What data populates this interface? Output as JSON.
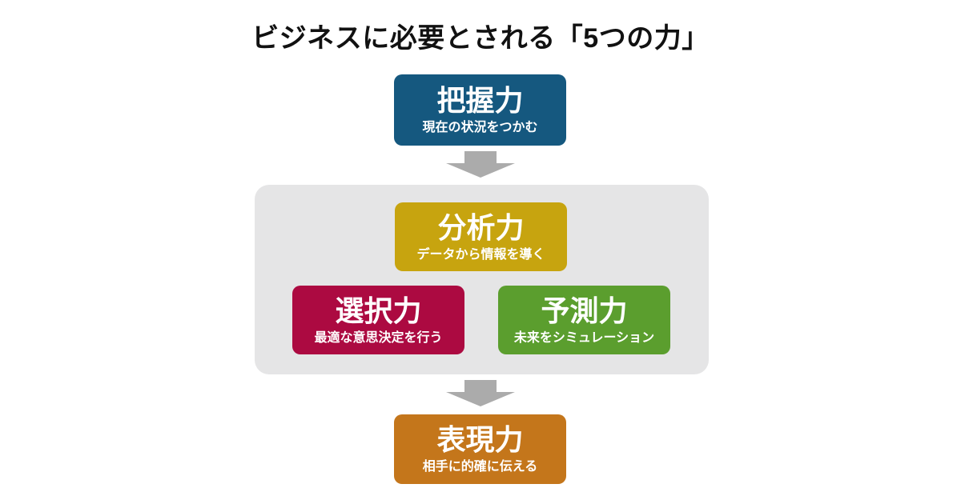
{
  "page": {
    "title": "ビジネスに必要とされる「5つの力」",
    "background": "#ffffff",
    "title_color": "#111111"
  },
  "colors": {
    "panel": "#e5e5e6",
    "arrow": "#ababab",
    "card_text": "#ffffff"
  },
  "diagram": {
    "nodes": [
      {
        "id": "grasp",
        "label": "把握力",
        "description": "現在の状況をつかむ",
        "color": "#15587f"
      },
      {
        "id": "analysis",
        "label": "分析力",
        "description": "データから情報を導く",
        "color": "#c7a40f"
      },
      {
        "id": "selection",
        "label": "選択力",
        "description": "最適な意思決定を行う",
        "color": "#ac0a41"
      },
      {
        "id": "prediction",
        "label": "予測力",
        "description": "未来をシミュレーション",
        "color": "#5b9e2e"
      },
      {
        "id": "expression",
        "label": "表現力",
        "description": "相手に的確に伝える",
        "color": "#c4761b"
      }
    ]
  }
}
